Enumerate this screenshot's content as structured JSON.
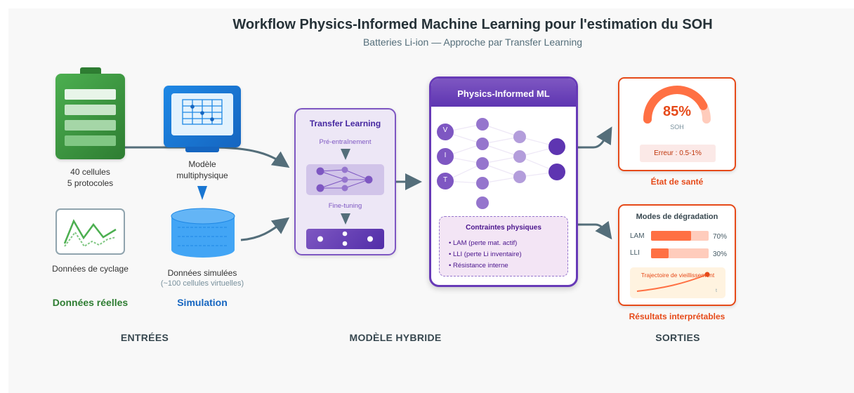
{
  "header": {
    "title": "Workflow Physics-Informed Machine Learning pour l'estimation du SOH",
    "subtitle": "Batteries Li-ion — Approche par Transfer Learning"
  },
  "inputs": {
    "battery_label_line1": "40 cellules",
    "battery_label_line2": "5 protocoles",
    "model_label_line1": "Modèle",
    "model_label_line2": "multiphysique",
    "cycling_label": "Données de cyclage",
    "simulated_label": "Données simulées",
    "simulated_sublabel": "(~100 cellules virtuelles)",
    "real_group": "Données réelles",
    "sim_group": "Simulation"
  },
  "transfer_learning": {
    "title": "Transfer Learning",
    "step1": "Pré-entraînement",
    "step2": "Fine-tuning"
  },
  "piml": {
    "title": "Physics-Informed ML",
    "inputs": [
      "V",
      "I",
      "T"
    ],
    "constraints_title": "Contraintes physiques",
    "constraints": [
      "• LAM (perte mat. actif)",
      "• LLI (perte Li inventaire)",
      "• Résistance interne"
    ]
  },
  "soh": {
    "value": "85%",
    "value_fraction": 0.85,
    "label": "SOH",
    "error": "Erreur : 0.5-1%",
    "caption": "État de santé"
  },
  "degradation": {
    "title": "Modes de dégradation",
    "modes": [
      {
        "name": "LAM",
        "value": "70%",
        "fraction": 0.7
      },
      {
        "name": "LLI",
        "value": "30%",
        "fraction": 0.3
      }
    ],
    "trajectory_label": "Trajectoire de vieillissement",
    "time_axis": "t",
    "caption": "Résultats interprétables"
  },
  "sections": {
    "inputs": "ENTRÉES",
    "model": "MODÈLE HYBRIDE",
    "outputs": "SORTIES"
  },
  "colors": {
    "green": "#2e7d32",
    "blue": "#1565c0",
    "purple": "#673ab7",
    "orange": "#e64a19",
    "arrow": "#546e7a"
  }
}
